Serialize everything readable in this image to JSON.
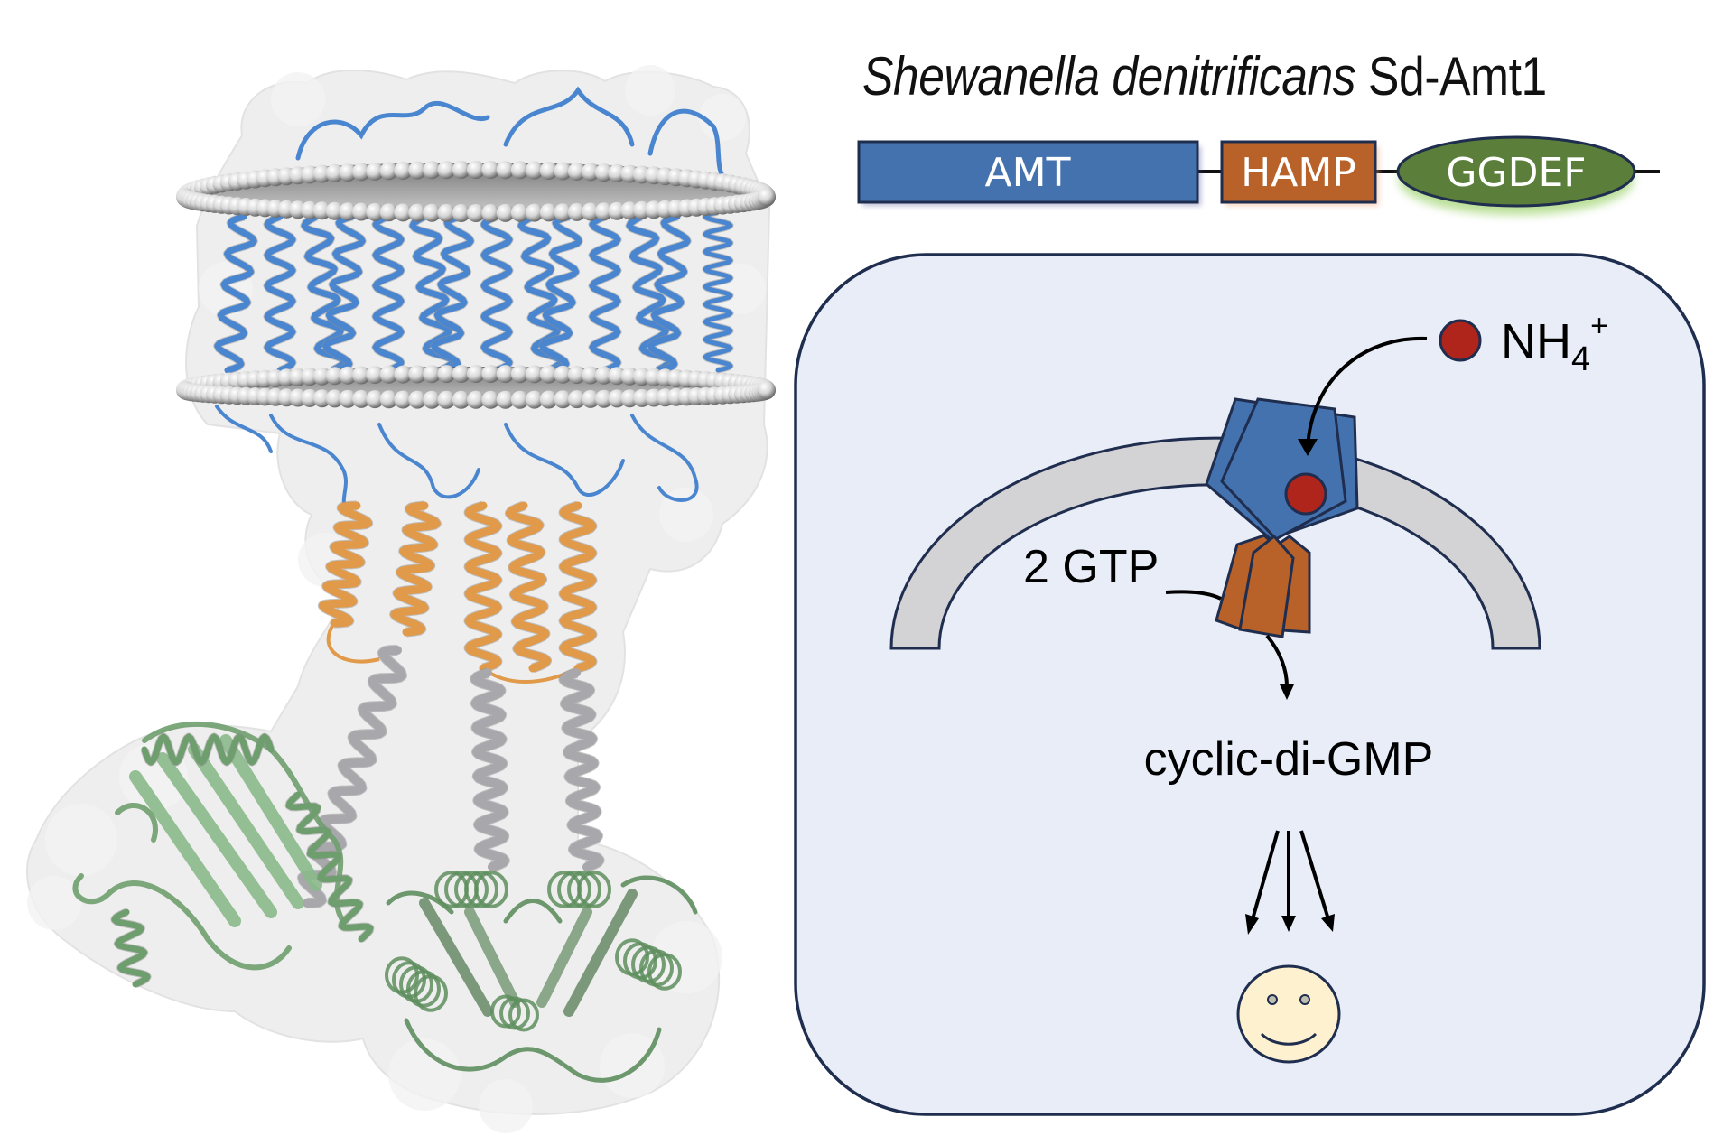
{
  "title": {
    "species": "Shewanella denitrificans",
    "protein": "Sd-Amt1"
  },
  "domain_architecture": {
    "domains": [
      {
        "label": "AMT",
        "shape": "rectangle",
        "color": "#4472AE"
      },
      {
        "label": "HAMP",
        "shape": "rectangle",
        "color": "#B8622A"
      },
      {
        "label": "GGDEF",
        "shape": "ellipse",
        "color": "#5B7F3A"
      }
    ],
    "linker_color": "#111111"
  },
  "schematic": {
    "panel_color": "#E8EDF7",
    "outline_color": "#1F2D4F",
    "membrane_color": "#D3D2D5",
    "amt_color": "#4472AE",
    "hamp_color": "#B8622A",
    "ammonium_color": "#B0251B",
    "ammonium_label": "NH",
    "ammonium_subscript": "4",
    "ammonium_superscript": "+",
    "substrate_label": "2 GTP",
    "product_label": "cyclic-di-GMP",
    "outcome_icon": "smiley-face-icon",
    "smiley_color": "#FDF1CF"
  },
  "structure": {
    "tm_domain_color": "#4A86D0",
    "hamp_color": "#E09A4A",
    "stalk_color": "#A8A8AC",
    "ggdef_color": "#6E9E6E",
    "membrane_sphere_color": "#E8E8E8",
    "surface_color": "#EEEEEE"
  }
}
